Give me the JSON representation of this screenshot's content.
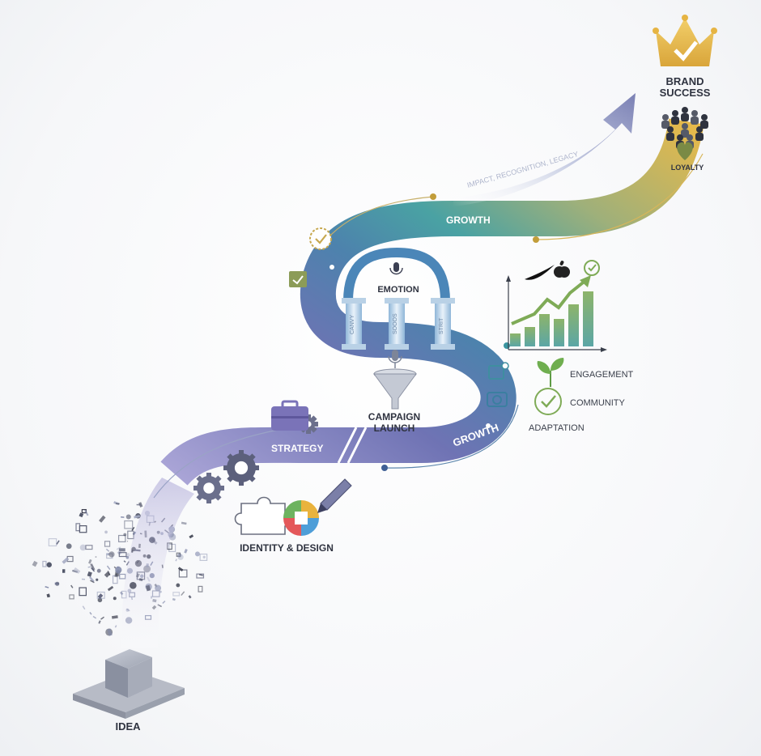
{
  "labels": {
    "idea": "IDEA",
    "identity_design": "IDENTITY & DESIGN",
    "strategy": "STRATEGY",
    "campaign_launch_line1": "CAMPAIGN",
    "campaign_launch_line2": "LAUNCH",
    "growth_lower": "GROWTH",
    "growth_upper": "GROWTH",
    "emotion": "EMOTION",
    "brand_success_line1": "BRAND",
    "brand_success_line2": "SUCCESS",
    "loyalty": "LOYALTY",
    "engagement": "ENGAGEMENT",
    "community": "COMMUNITY",
    "adaptation": "ADAPTATION",
    "arrow_text": "IMPACT, RECOGNITION, LEGACY",
    "pillar_1": "CANVY",
    "pillar_2": "SOOOS",
    "pillar_3": "STRIT"
  },
  "colors": {
    "path_start": "#8e88c8",
    "path_mid": "#5f7ab0",
    "path_teal": "#4aa3a6",
    "path_green": "#8fb07a",
    "path_gold": "#e3b84a",
    "crown": "#e6b443",
    "chart_bar": "#7faa6a",
    "text_dark": "#2f3340"
  },
  "icons": [
    "cube-icon",
    "gear-icon",
    "puzzle-icon",
    "color-wheel-icon",
    "pencil-icon",
    "briefcase-icon",
    "funnel-icon",
    "microphone-icon",
    "pillar-icon",
    "camera-icon",
    "share-icon",
    "swoosh-logo-icon",
    "apple-logo-icon",
    "bar-chart-icon",
    "sprout-icon",
    "check-circle-icon",
    "crown-icon",
    "people-icon",
    "heart-icon",
    "badge-check-icon",
    "arrow-up-icon"
  ]
}
